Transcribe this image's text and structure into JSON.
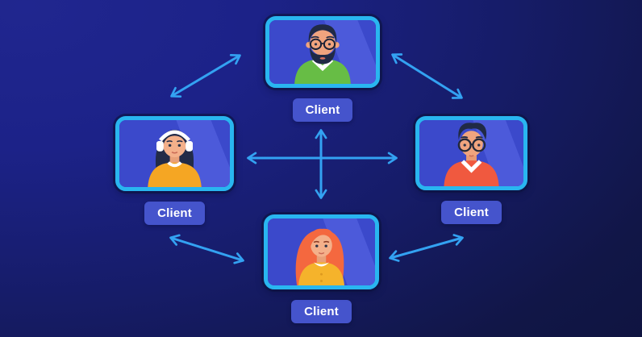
{
  "diagram": {
    "description": "Peer-to-peer mesh of four video-call clients connected by bidirectional arrows",
    "nodes": [
      {
        "id": "top",
        "label": "Client",
        "avatar": "man-dark-hair-glasses-beard-green-sweater"
      },
      {
        "id": "left",
        "label": "Client",
        "avatar": "woman-dark-hair-white-headphones-yellow-top"
      },
      {
        "id": "right",
        "label": "Client",
        "avatar": "man-dark-hair-glasses-red-sweater"
      },
      {
        "id": "bottom",
        "label": "Client",
        "avatar": "woman-red-hair-yellow-top"
      }
    ],
    "connections": [
      {
        "from": "top",
        "to": "left",
        "bidirectional": true
      },
      {
        "from": "top",
        "to": "right",
        "bidirectional": true
      },
      {
        "from": "left",
        "to": "right",
        "bidirectional": true
      },
      {
        "from": "top",
        "to": "bottom",
        "bidirectional": true
      },
      {
        "from": "left",
        "to": "bottom",
        "bidirectional": true
      },
      {
        "from": "right",
        "to": "bottom",
        "bidirectional": true
      }
    ],
    "colors": {
      "background_highlight": "#20268f",
      "background_dark": "#101544",
      "arrow": "#33a2f2",
      "screen_border": "#29b6f0",
      "screen_fill": "#3b49cb",
      "screen_stripe": "#4c5ada",
      "label_fill": "#4554cc",
      "label_text": "#ffffff"
    }
  }
}
